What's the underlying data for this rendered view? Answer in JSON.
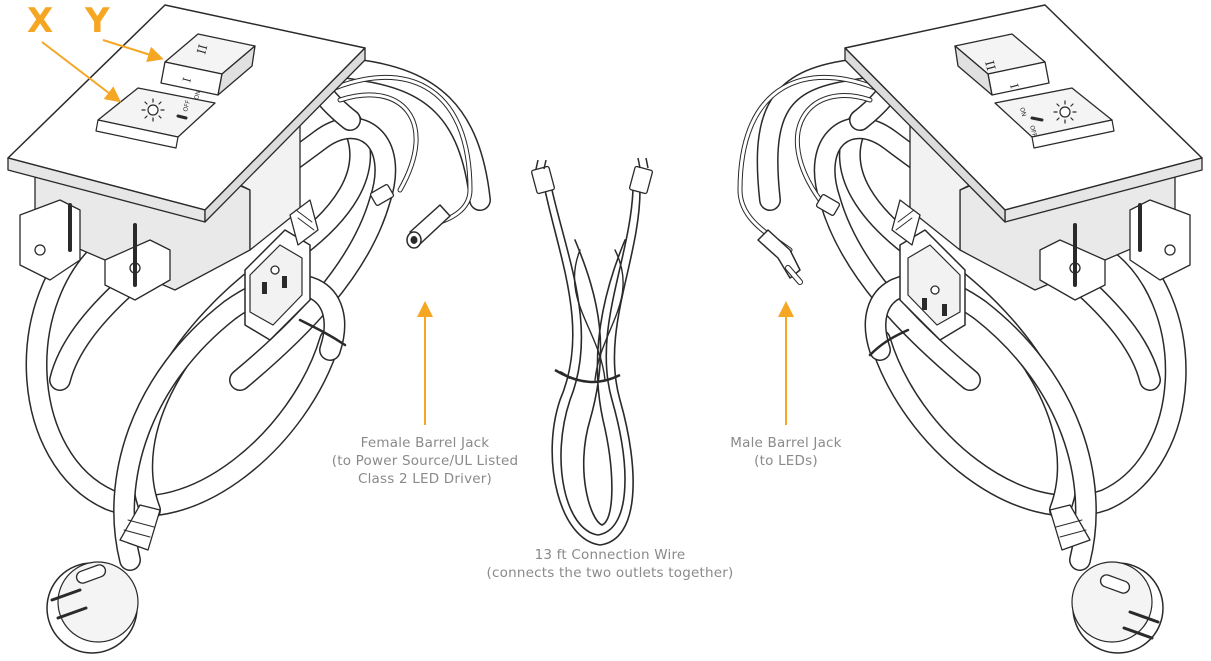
{
  "callouts": {
    "x_label": "X",
    "y_label": "Y"
  },
  "labels": {
    "female_jack": [
      "Female Barrel Jack",
      "(to Power Source/UL Listed",
      "Class 2 LED Driver)"
    ],
    "male_jack": [
      "Male Barrel Jack",
      "(to LEDs)"
    ],
    "connection_wire": [
      "13 ft Connection Wire",
      "(connects the two outlets together)"
    ]
  },
  "switch_markings": {
    "rocker_on": "I",
    "rocker_off": "II",
    "dimmer_on": "ON",
    "dimmer_off": "OFF"
  },
  "colors": {
    "accent": "#f5a623",
    "caption": "#8a8a8a",
    "line": "#2a2a2a",
    "body_fill": "#ffffff",
    "shade": "#e6e6e6"
  }
}
